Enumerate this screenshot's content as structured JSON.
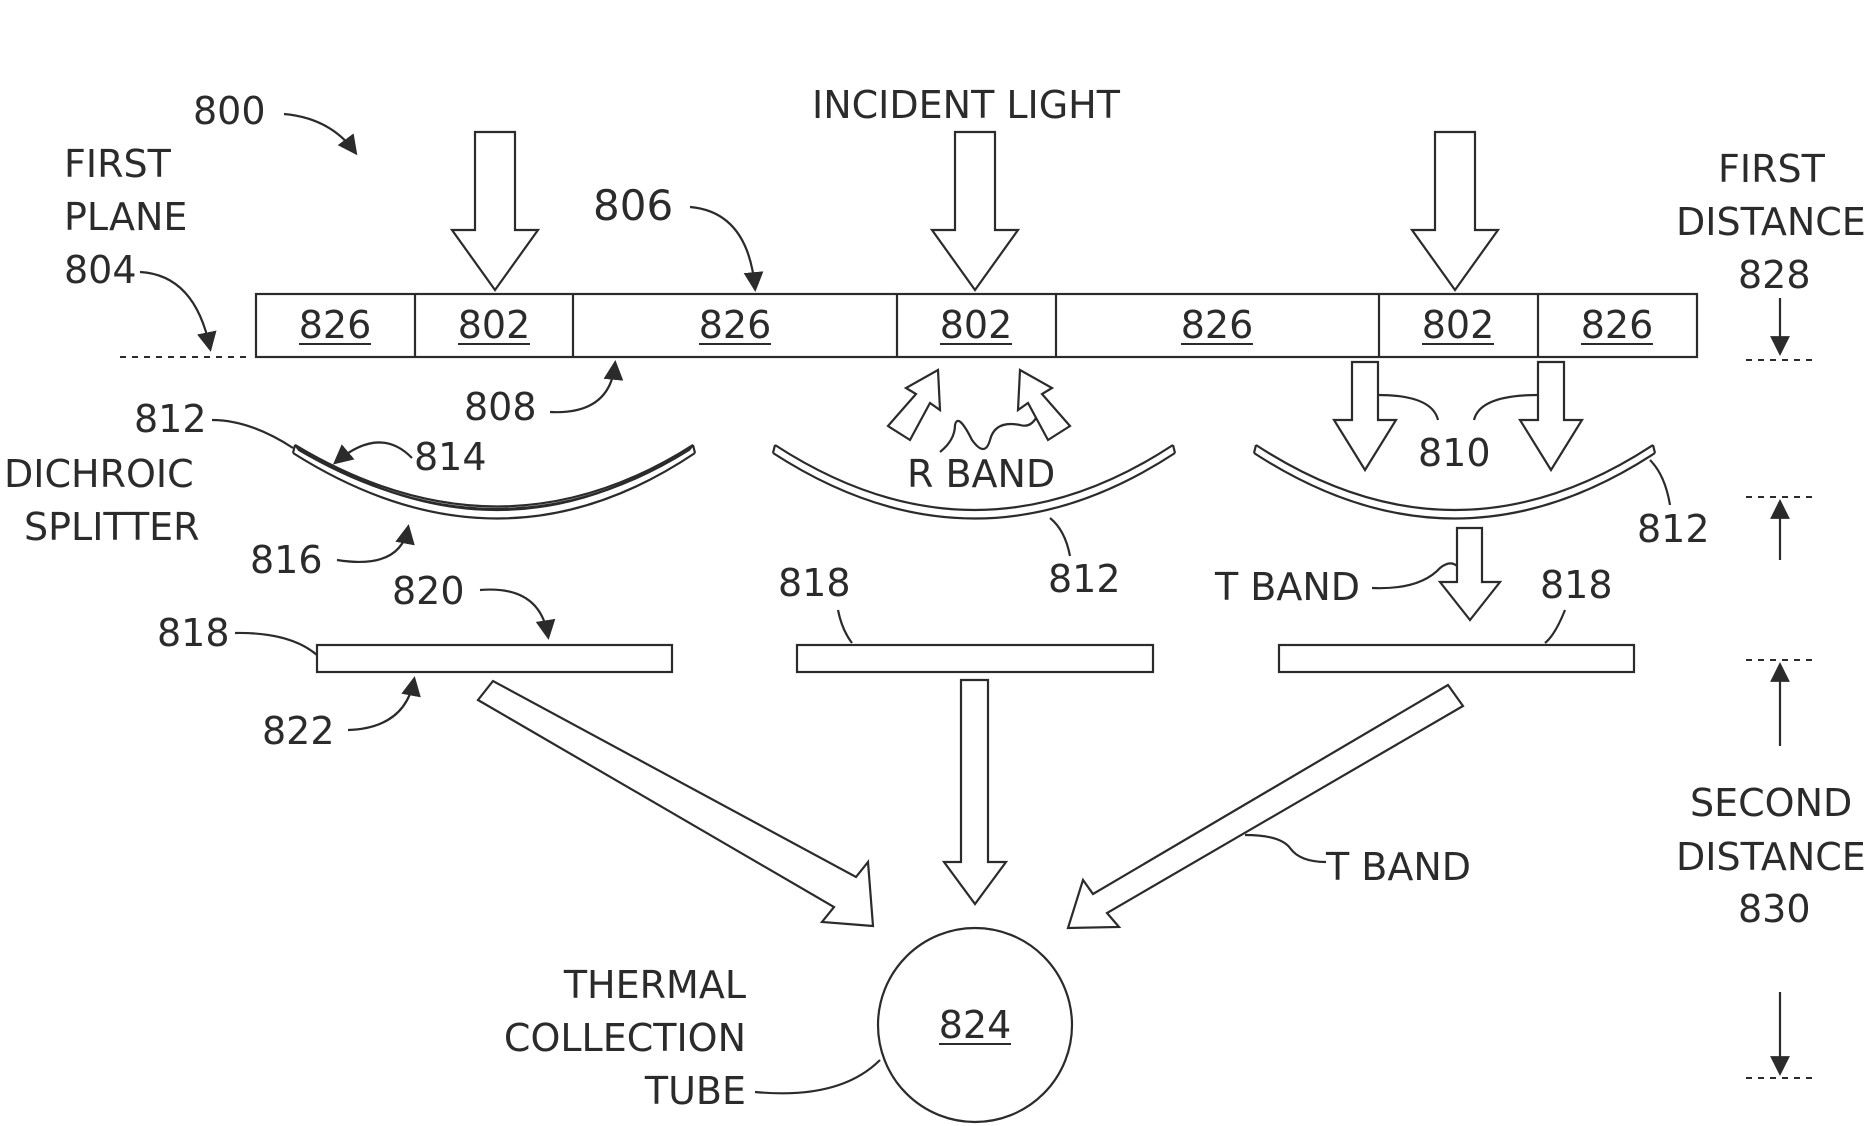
{
  "figure_ref": "800",
  "labels": {
    "incident_light": "INCIDENT LIGHT",
    "first_plane": [
      "FIRST",
      "PLANE",
      "804"
    ],
    "first_distance": [
      "FIRST",
      "DISTANCE",
      "828"
    ],
    "second_distance": [
      "SECOND",
      "DISTANCE",
      "830"
    ],
    "dichroic_splitter": [
      "DICHROIC",
      "SPLITTER"
    ],
    "r_band": "R BAND",
    "t_band_upper": "T BAND",
    "t_band_lower": "T BAND",
    "thermal_collection_tube": [
      "THERMAL",
      "COLLECTION",
      "TUBE"
    ]
  },
  "layer_segments": [
    "826",
    "802",
    "826",
    "802",
    "826",
    "802",
    "826"
  ],
  "refs": {
    "r806": "806",
    "r808": "808",
    "r810": "810",
    "r812a": "812",
    "r812b": "812",
    "r812c": "812",
    "r814": "814",
    "r816": "816",
    "r818a": "818",
    "r818b": "818",
    "r818c": "818",
    "r820": "820",
    "r822": "822",
    "r824": "824"
  }
}
